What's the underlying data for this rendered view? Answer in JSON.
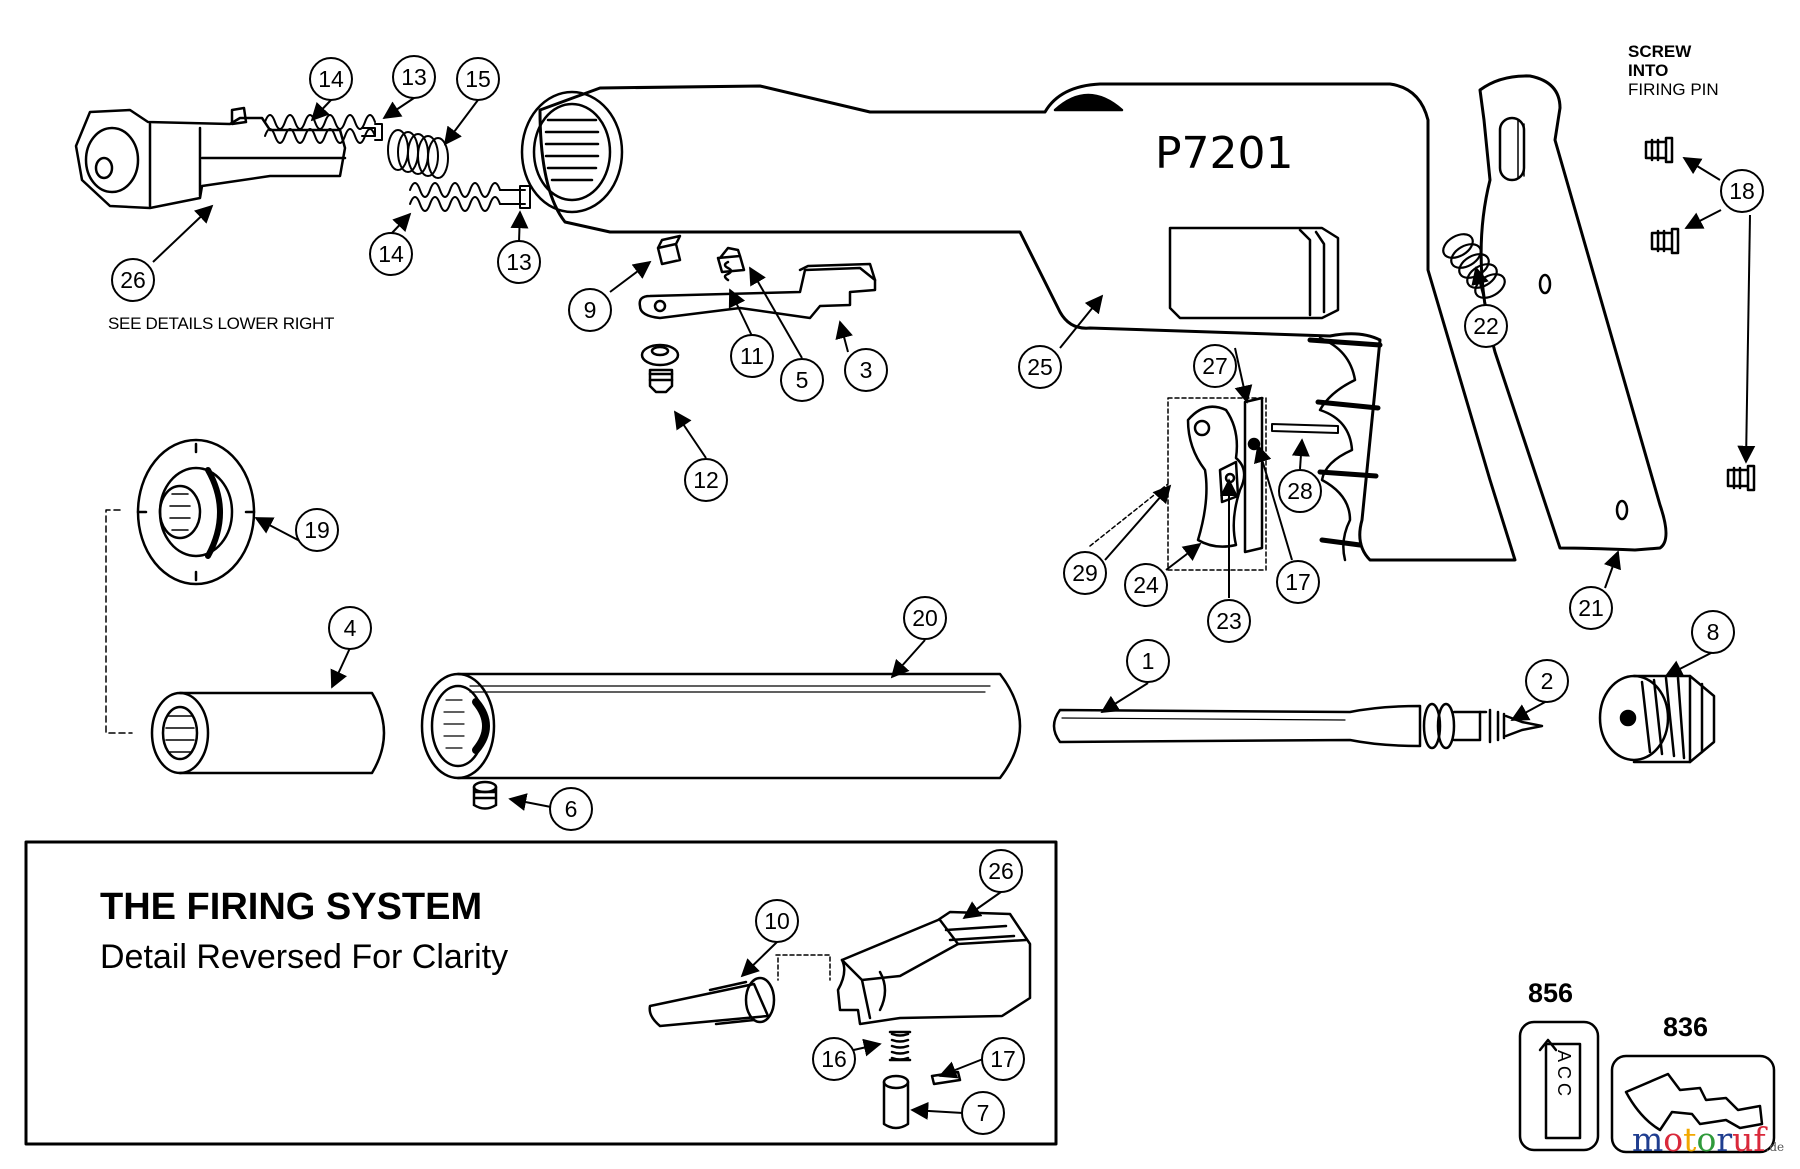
{
  "diagram": {
    "model_number": "P7201",
    "see_details_note": "SEE DETAILS LOWER RIGHT",
    "screw_note": {
      "line1": "SCREW",
      "line2": "INTO",
      "line3": "FIRING PIN"
    },
    "firing_system": {
      "title": "THE FIRING SYSTEM",
      "subtitle": "Detail Reversed For Clarity"
    },
    "accessory_labels": [
      "856",
      "836"
    ],
    "accessory_856_text": "ACC",
    "watermark": {
      "parts": [
        "m",
        "o",
        "t",
        "o",
        "r",
        "uf"
      ],
      "suffix": ".de"
    }
  },
  "callouts": [
    "14",
    "13",
    "15",
    "26",
    "14",
    "13",
    "9",
    "11",
    "5",
    "3",
    "12",
    "25",
    "27",
    "28",
    "22",
    "18",
    "21",
    "29",
    "24",
    "17",
    "23",
    "19",
    "4",
    "20",
    "1",
    "2",
    "8",
    "6",
    "26",
    "10",
    "16",
    "17",
    "7"
  ]
}
